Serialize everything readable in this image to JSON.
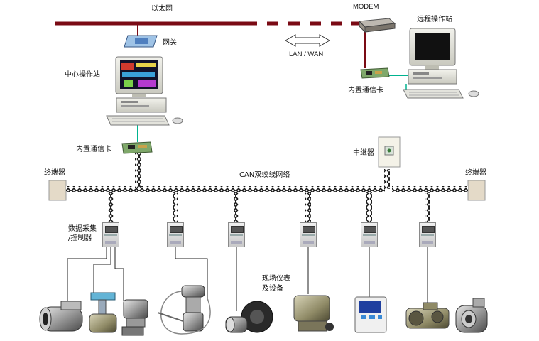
{
  "labels": {
    "ethernet": "以太网",
    "modem": "MODEM",
    "remote_station": "远程操作站",
    "gateway": "网关",
    "lan_wan": "LAN / WAN",
    "central_station": "中心操作站",
    "comm_card_right": "内置通信卡",
    "comm_card_left": "内置通信卡",
    "repeater": "中继器",
    "terminator_left": "终端器",
    "terminator_right": "终端器",
    "can_network": "CAN双绞线网络",
    "daq_line1": "数据采集",
    "daq_line2": "/控制器",
    "field_line1": "现场仪表",
    "field_line2": "及设备"
  },
  "colors": {
    "ethernet_bus": "#7a0a14",
    "lan_link": "#00b38f",
    "can_cable": "#222222",
    "monitor_screen": "#12122a"
  }
}
